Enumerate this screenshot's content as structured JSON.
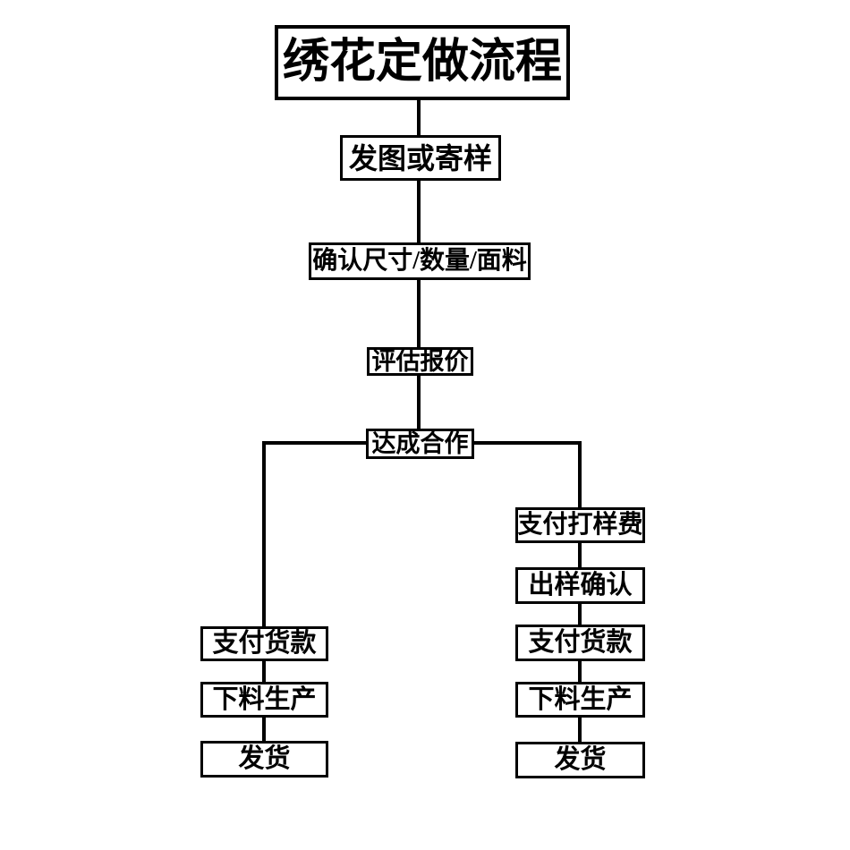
{
  "diagram": {
    "type": "flowchart",
    "title": "绣花定做流程",
    "main_flow": [
      "发图或寄样",
      "确认尺寸/数量/面料",
      "评估报价",
      "达成合作"
    ],
    "left_branch": [
      "支付货款",
      "下料生产",
      "发货"
    ],
    "right_branch": [
      "支付打样费",
      "出样确认",
      "支付货款",
      "下料生产",
      "发货"
    ],
    "colors": {
      "background": "#ffffff",
      "line": "#000000",
      "text": "#000000"
    }
  }
}
